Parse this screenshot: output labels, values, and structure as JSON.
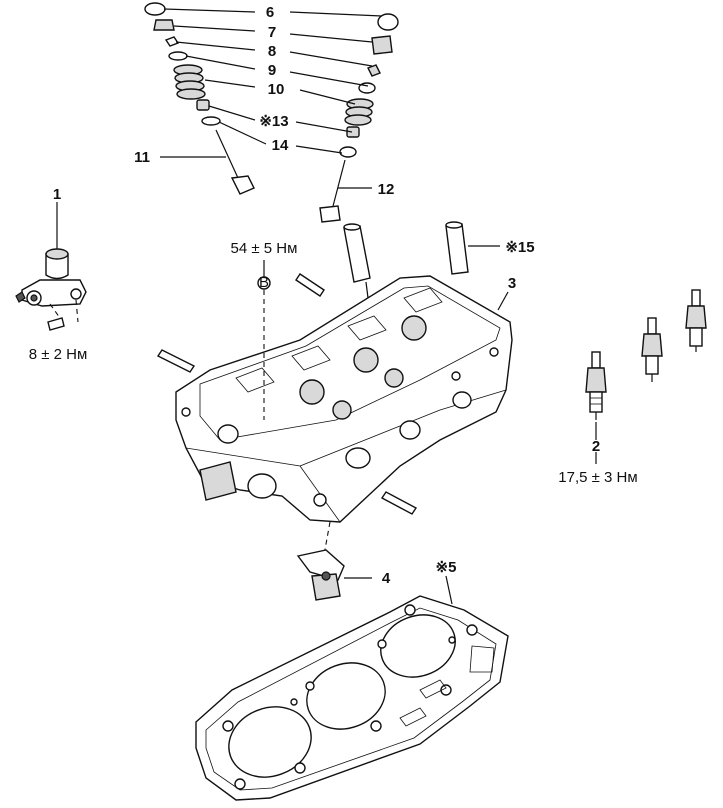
{
  "labels": {
    "p1": "1",
    "p2": "2",
    "p3": "3",
    "p4": "4",
    "p5": "※5",
    "p6": "6",
    "p7": "7",
    "p8": "8",
    "p9": "9",
    "p10": "10",
    "p11": "11",
    "p12": "12",
    "p13": "※13",
    "p14": "14",
    "p15": "※15"
  },
  "torques": {
    "sensor": "8 ± 2 Нм",
    "head_bolt": "54 ± 5 Нм",
    "spark_plug": "17,5 ± 3 Нм"
  },
  "marker": "B"
}
